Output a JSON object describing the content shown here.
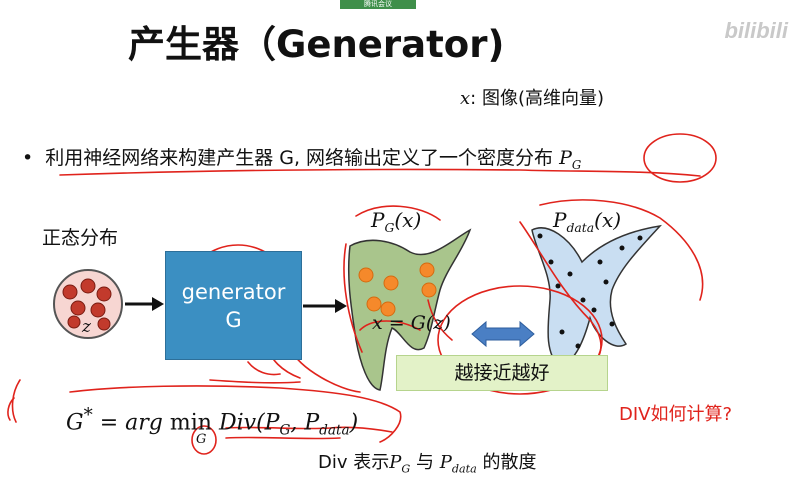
{
  "header": {
    "title": "产生器（Generator)",
    "watermark": "bilibili",
    "tencent_tag": "腾讯会议"
  },
  "notes": {
    "x_symbol": "x",
    "x_desc": ": 图像(高维向量)"
  },
  "bullet": {
    "text": "利用神经网络来构建产生器 G, 网络输出定义了一个密度分布 ",
    "math_P": "P",
    "math_sub": "G"
  },
  "diagram": {
    "normal_label": "正态分布",
    "z_label": "z",
    "generator_line1": "generator",
    "generator_line2": "G",
    "xeq": "x = G(z)",
    "pg_main": "P",
    "pg_sub": "G",
    "pg_arg": "(x)",
    "pdata_main": "P",
    "pdata_sub": "data",
    "pdata_arg": "(x)",
    "closer_label": "越接近越好"
  },
  "formula": {
    "lhs": "G",
    "lhs_sup": "*",
    "eq": " = arg ",
    "min": "min",
    "min_sub": "G",
    "div": " Div(",
    "p1": "P",
    "p1_sub": "G",
    "comma": ", ",
    "p2": "P",
    "p2_sub": "data",
    "close": ")"
  },
  "description": {
    "prefix": "Div 表示",
    "p1": "P",
    "p1_sub": "G",
    "mid": " 与 ",
    "p2": "P",
    "p2_sub": "data",
    "suffix": " 的散度"
  },
  "question": "DIV如何计算?",
  "colors": {
    "annotation_red": "#e0231c",
    "generator_blue": "#3b8fc2",
    "pg_green": "#a9c58c",
    "pdata_blue": "#c9def2",
    "orange_dots": "#f5892b",
    "closer_box": "#e3f2c8"
  }
}
